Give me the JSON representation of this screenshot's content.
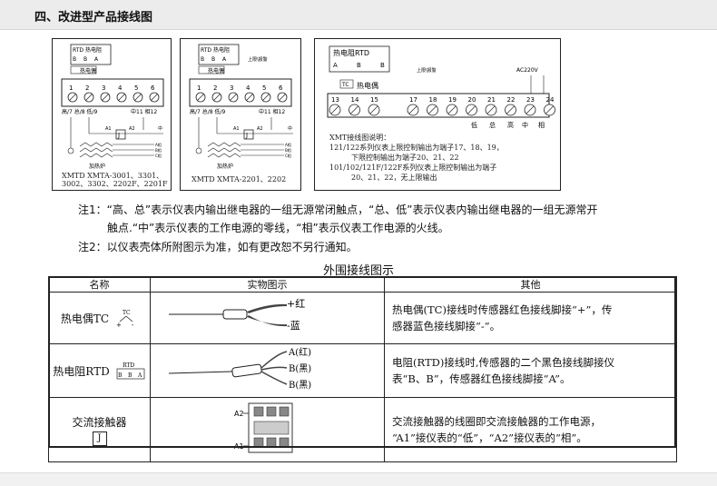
{
  "header": {
    "title": "四、改进型产品接线图"
  },
  "diagram1": {
    "rtd": "RTD",
    "rtd_heat": "热电阻",
    "tc": "热电偶",
    "b1": "B",
    "b2": "B",
    "a": "A",
    "terminals": [
      "1",
      "2",
      "3",
      "4",
      "5",
      "6"
    ],
    "bottom": "高/7 总/8 低/9",
    "bottom_right": "中11 相12",
    "j": "J",
    "a1": "A1",
    "a2": "A2",
    "zhong": "中",
    "heater": "加热炉",
    "abc": [
      "A相",
      "B相",
      "C相"
    ],
    "caption": [
      "XMTD XMTA-3001、3301、",
      "3002、3302、2202F、2201F"
    ]
  },
  "diagram2": {
    "rtd": "RTD",
    "rtd_heat": "热电阻",
    "tc": "热电偶",
    "alarm": "上限\\报警",
    "b1": "B",
    "b2": "B",
    "a": "A",
    "terminals": [
      "1",
      "2",
      "3",
      "4",
      "5",
      "6"
    ],
    "bottom": "高/7 总/8 低/9",
    "bottom_right": "中11 相12",
    "j": "J",
    "a1": "A1",
    "a2": "A2",
    "zhong": "中",
    "heater": "加热炉",
    "abc": [
      "A相",
      "B相",
      "C相"
    ],
    "caption": [
      "XMTD XMTA-2201、2202"
    ]
  },
  "diagram3": {
    "rtd": "热电阻RTD",
    "a": "A",
    "b1": "B",
    "b2": "B",
    "tc": "TC",
    "tc_heat": "热电偶",
    "alarm": "上限\\报警",
    "ac": "AC220V",
    "terminals": [
      "13",
      "14",
      "15",
      "17",
      "18",
      "19",
      "20",
      "21",
      "22",
      "23",
      "24"
    ],
    "low": "低",
    "total": "总",
    "high": "高",
    "zhong": "中",
    "xiang": "相",
    "caption": [
      "XMT接线图说明：",
      "121/122系列仪表上限控制输出为端子17、18、19，",
      "下限控制输出为端子20、21、22",
      "101/102/121F/122F系列仪表上限控制输出为端子",
      "20、21、22，无上限输出"
    ]
  },
  "notes": {
    "n1a": "注1：“高、总”表示仪表内输出继电器的一组无源常闭触点，“总、低”表示仪表内输出继电器的一组无源常开",
    "n1b": "触点.“中”表示仪表的工作电源的零线，“相”表示仪表工作电源的火线。",
    "n2": "注2：以仪表壳体所附图示为准，如有更改恕不另行通知。"
  },
  "subtitle": "外围接线图示",
  "table": {
    "headers": [
      "名称",
      "实物图示",
      "其他"
    ],
    "rows": [
      {
        "name": "热电偶TC",
        "sym": {
          "tc": "TC",
          "plus": "+",
          "minus": "-"
        },
        "wire": [
          "+红",
          "-蓝"
        ],
        "other": [
          "热电偶(TC)接线时传感器红色接线脚接“+”，传",
          "感器蓝色接线脚接“-”。"
        ]
      },
      {
        "name": "热电阻RTD",
        "sym": {
          "rtd": "RTD",
          "b1": "B",
          "b2": "B",
          "a": "A"
        },
        "wire": [
          "A(红)",
          "B(黑)",
          "B(黑)"
        ],
        "other": [
          "电阻(RTD)接线时,传感器的二个黑色接线脚接仪",
          "表“B、B”，传感器红色接线脚接“A”。"
        ]
      },
      {
        "name": "交流接触器",
        "sym": {
          "j": "J"
        },
        "wire": [
          "A2",
          "A1"
        ],
        "other": [
          "交流接触器的线圈即交流接触器的工作电源，",
          "“A1”接仪表的“低”，“A2”接仪表的“相”。"
        ]
      }
    ]
  }
}
